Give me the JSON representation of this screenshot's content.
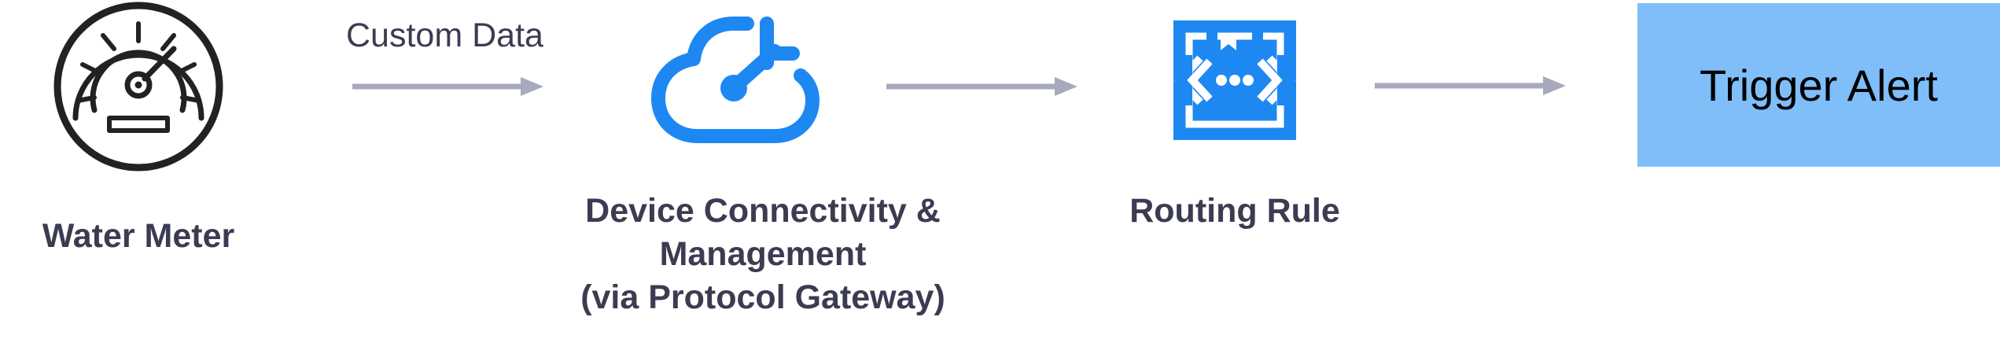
{
  "diagram": {
    "nodes": [
      {
        "id": "water-meter",
        "label": "Water Meter",
        "icon": "speedometer-icon"
      },
      {
        "id": "device-connectivity",
        "label_lines": [
          "Device Connectivity &",
          "Management",
          "(via Protocol Gateway)"
        ],
        "icon": "cloud-icon"
      },
      {
        "id": "routing-rule",
        "label": "Routing Rule",
        "icon": "routing-rule-icon"
      },
      {
        "id": "trigger-alert",
        "label": "Trigger Alert"
      }
    ],
    "edges": [
      {
        "from": "water-meter",
        "to": "device-connectivity",
        "label": "Custom Data"
      },
      {
        "from": "device-connectivity",
        "to": "routing-rule"
      },
      {
        "from": "routing-rule",
        "to": "trigger-alert"
      }
    ]
  },
  "colors": {
    "icon_blue": "#1e88f2",
    "icon_dark": "#222222",
    "arrow": "#a7a9bc",
    "text": "#3b3c52",
    "alert_box": "#7fbef9"
  }
}
